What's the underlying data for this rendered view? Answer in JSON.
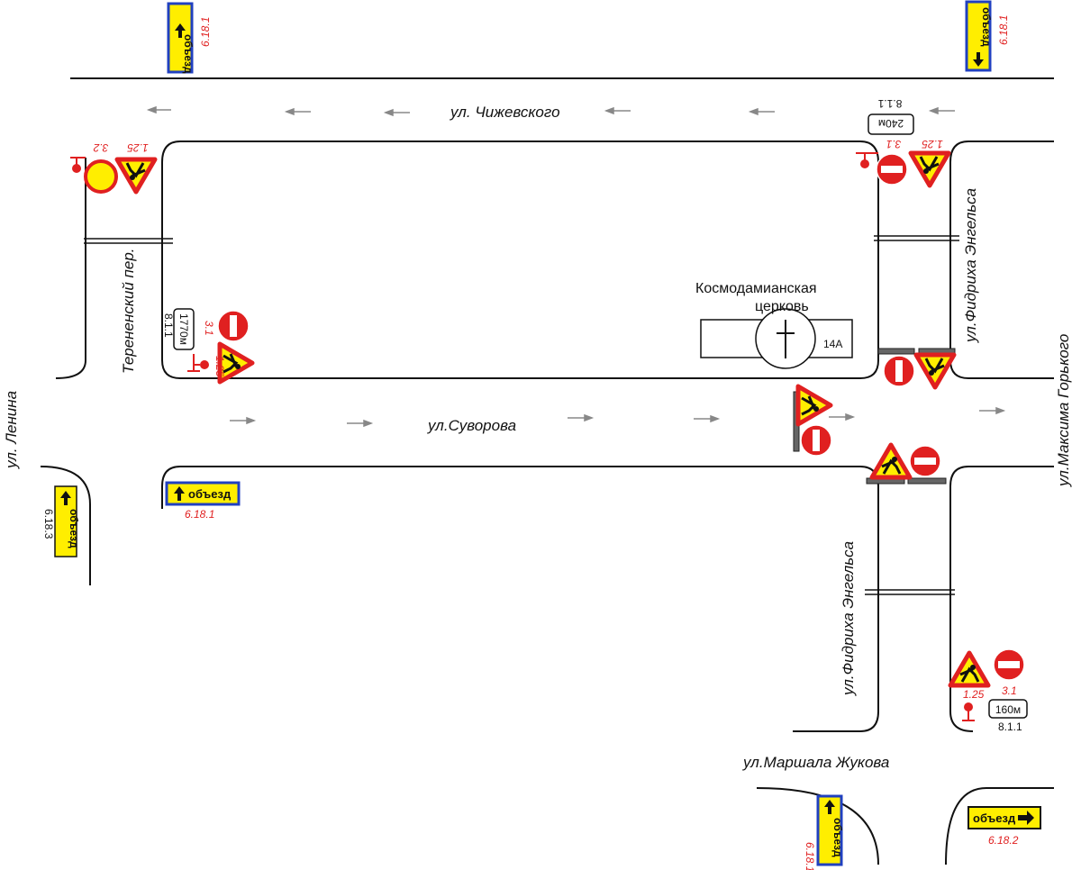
{
  "streets": {
    "chizhevskogo": "ул. Чижевского",
    "suvorova": "ул.Суворова",
    "lenina": "ул. Ленина",
    "terenensky": "Терененский пер.",
    "engelsa_top": "ул.Фидриха Энгельса",
    "engelsa_bottom": "ул.Фидриха Энгельса",
    "gorkogo": "ул.Максима Горького",
    "zhukova": "ул.Маршала Жукова"
  },
  "church": {
    "name_line1": "Космодамианская",
    "name_line2": "церковь",
    "number": "14А"
  },
  "signs": {
    "detour_text": "объезд",
    "code_6181": "6.18.1",
    "code_6182": "6.18.2",
    "code_6183": "6.18.3",
    "code_31": "3.1",
    "code_32": "3.2",
    "code_125": "1.25",
    "code_811": "8.1.1",
    "dist_240": "240м",
    "dist_1770": "1770м",
    "dist_160": "160м"
  },
  "colors": {
    "sign_red": "#e02020",
    "sign_yellow": "#ffee00",
    "detour_blue": "#2040c0"
  }
}
